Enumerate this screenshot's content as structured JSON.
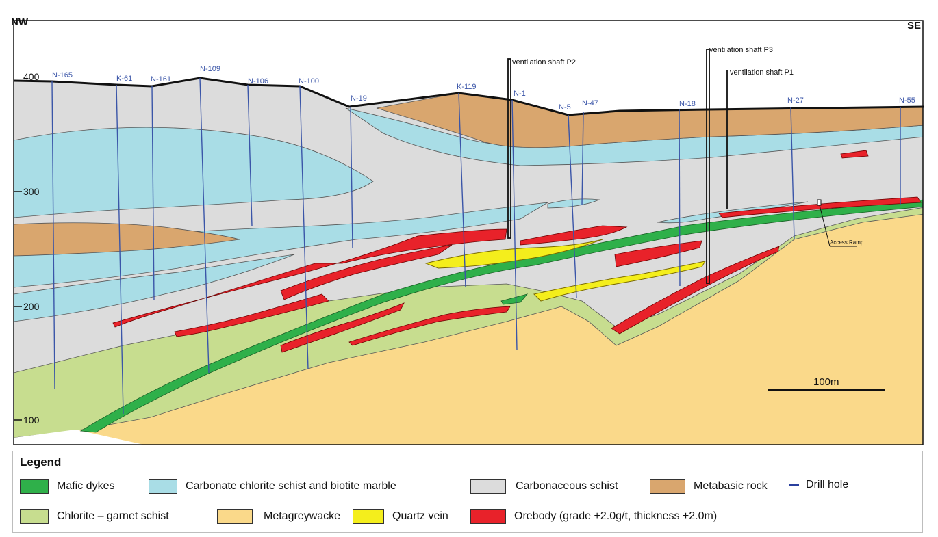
{
  "orientation": {
    "left": "NW",
    "right": "SE"
  },
  "elevation_labels": [
    "400",
    "300",
    "200",
    "100"
  ],
  "drill_holes": [
    "N-165",
    "K-61",
    "N-161",
    "N-109",
    "N-106",
    "N-100",
    "N-19",
    "K-119",
    "N-1",
    "N-5",
    "N-47",
    "N-18",
    "N-27",
    "N-55"
  ],
  "shafts": [
    "ventilation shaft P2",
    "ventilation shaft P3",
    "ventilation shaft P1"
  ],
  "access_ramp": "Access Ramp",
  "scale_bar": "100m",
  "legend": {
    "title": "Legend",
    "items": [
      {
        "label": "Mafic dykes",
        "color": "#2fb04a"
      },
      {
        "label": "Carbonate chlorite schist and biotite marble",
        "color": "#a9dde6"
      },
      {
        "label": "Carbonaceous schist",
        "color": "#dcdcdc"
      },
      {
        "label": "Metabasic rock",
        "color": "#d9a66e"
      },
      {
        "label": "Drill hole",
        "color": "#2a3f9e"
      },
      {
        "label": "Chlorite – garnet schist",
        "color": "#c7dd8f"
      },
      {
        "label": "Metagreywacke",
        "color": "#fad98a"
      },
      {
        "label": "Quartz vein",
        "color": "#f4ee1c"
      },
      {
        "label": "Orebody (grade +2.0g/t, thickness +2.0m)",
        "color": "#e8222a"
      }
    ]
  }
}
